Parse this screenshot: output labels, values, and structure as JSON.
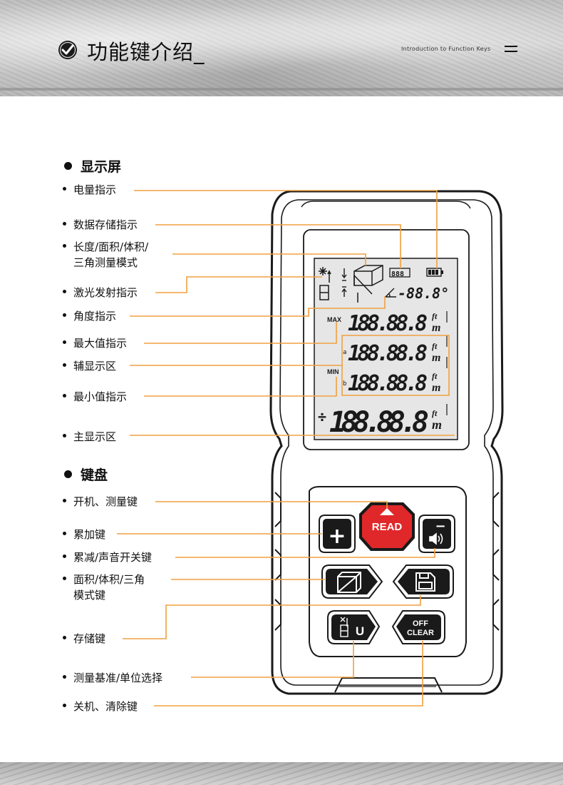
{
  "header": {
    "title": "功能键介绍_",
    "subtitle": "Introduction to Function Keys",
    "title_icon": "check-circle-icon",
    "menu_icon": "menu-icon"
  },
  "sections": {
    "display": "显示屏",
    "keypad": "键盘"
  },
  "display_labels": [
    "电量指示",
    "数据存储指示",
    "长度/面积/体积/",
    "三角测量模式",
    "激光发射指示",
    "角度指示",
    "最大值指示",
    "辅显示区",
    "最小值指示",
    "主显示区"
  ],
  "keypad_labels": [
    "开机、测量键",
    "累加键",
    "累减/声音开关键",
    "面积/体积/三角",
    "模式键",
    "存储键",
    "测量基准/单位选择",
    "关机、清除键"
  ],
  "lcd": {
    "memory": "888",
    "angle": "-88.8°",
    "max_tag": "MAX",
    "min_tag": "MIN",
    "row1": "188.88.8",
    "row2": "188.88.8",
    "row3": "188.88.8",
    "row4": "188.88.8",
    "units_ft": "ft",
    "units_m": "m",
    "a_tag": "a",
    "b_tag": "b",
    "plusminus": "÷"
  },
  "keys": {
    "read": "READ",
    "off": "OFF",
    "clear": "CLEAR",
    "plus": "+",
    "minus": "−",
    "unit": "U"
  },
  "colors": {
    "leader": "#f0a040",
    "key_red": "#e0282a",
    "lcd_bg": "#e6e6e6",
    "body": "#ffffff",
    "outline": "#1a1a1a"
  }
}
